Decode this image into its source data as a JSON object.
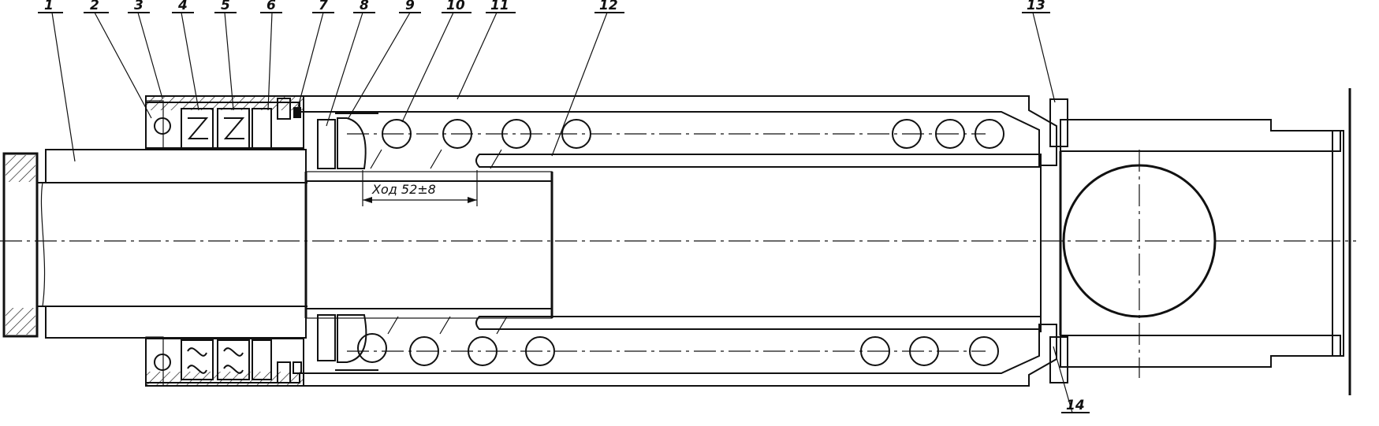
{
  "drawing": {
    "callouts": [
      {
        "id": "1",
        "label": "1"
      },
      {
        "id": "2",
        "label": "2"
      },
      {
        "id": "3",
        "label": "3"
      },
      {
        "id": "4",
        "label": "4"
      },
      {
        "id": "5",
        "label": "5"
      },
      {
        "id": "6",
        "label": "6"
      },
      {
        "id": "7",
        "label": "7"
      },
      {
        "id": "8",
        "label": "8"
      },
      {
        "id": "9",
        "label": "9"
      },
      {
        "id": "10",
        "label": "10"
      },
      {
        "id": "11",
        "label": "11"
      },
      {
        "id": "12",
        "label": "12"
      },
      {
        "id": "13",
        "label": "13"
      },
      {
        "id": "14",
        "label": "14"
      }
    ],
    "dimension": {
      "stroke_label": "Ход 52±8"
    },
    "colors": {
      "ink": "#111111",
      "paper": "#ffffff"
    }
  }
}
